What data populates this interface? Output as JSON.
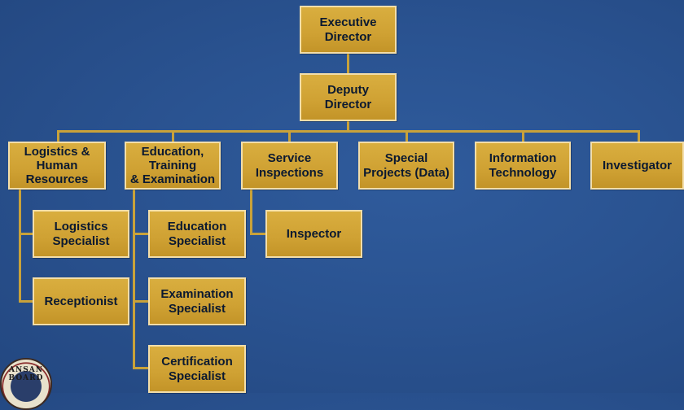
{
  "org_chart": {
    "executive_director": "Executive\nDirector",
    "deputy_director": "Deputy\nDirector",
    "departments": [
      "Logistics &\nHuman\nResources",
      "Education,\nTraining\n& Examination",
      "Service\nInspections",
      "Special\nProjects (Data)",
      "Information\nTechnology",
      "Investigator"
    ],
    "logistics_staff": [
      "Logistics\nSpecialist",
      "Receptionist"
    ],
    "education_staff": [
      "Education\nSpecialist",
      "Examination\nSpecialist",
      "Certification\nSpecialist"
    ],
    "service_staff": [
      "Inspector"
    ]
  },
  "seal": {
    "text": "ANSAN BOARD"
  },
  "colors": {
    "background": "#2a5391",
    "box_fill": "#d0a236",
    "box_border": "#f3deaa",
    "connector": "#c9a23a",
    "text": "#0b1930"
  }
}
